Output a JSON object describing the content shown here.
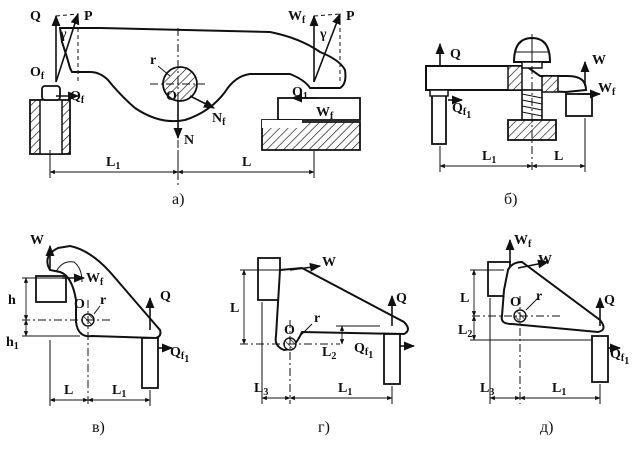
{
  "labels": {
    "a": {
      "Q": "Q",
      "gamma_left": "γ",
      "P_left": "P",
      "O_f": "O",
      "O_f_sub": "f",
      "Q_f": "Q",
      "Q_f_sub": "f",
      "r": "r",
      "O": "O",
      "N_f": "N",
      "N_f_sub": "f",
      "N": "N",
      "W": "W",
      "W_sub": "f",
      "gamma_right": "γ",
      "P_right": "P",
      "O_1": "O",
      "O_1_sub": "1",
      "W_f": "W",
      "W_f_sub": "f",
      "L1": "L",
      "L1_sub": "1",
      "L": "L",
      "caption": "а)"
    },
    "b": {
      "Q": "Q",
      "W": "W",
      "W_f": "W",
      "W_f_sub": "f",
      "Q_f": "Q",
      "Q_f_sub": "f",
      "Q_f_sub2": "1",
      "L1": "L",
      "L1_sub": "1",
      "L": "L",
      "caption": "б)"
    },
    "v": {
      "W": "W",
      "W_f": "W",
      "W_f_sub": "f",
      "h": "h",
      "h1": "h",
      "h1_sub": "1",
      "O": "O",
      "r": "r",
      "Q": "Q",
      "Q_f": "Q",
      "Q_f_sub": "f",
      "Q_f_sub2": "1",
      "L": "L",
      "L1": "L",
      "L1_sub": "1",
      "caption": "в)"
    },
    "g": {
      "W": "W",
      "L": "L",
      "Q": "Q",
      "O": "O",
      "r": "r",
      "L2": "L",
      "L2_sub": "2",
      "Q_f": "Q",
      "Q_f_sub": "f",
      "Q_f_sub2": "1",
      "L3": "L",
      "L3_sub": "3",
      "L1": "L",
      "L1_sub": "1",
      "caption": "г)"
    },
    "d": {
      "W_f": "W",
      "W_f_sub": "f",
      "W": "W",
      "L": "L",
      "O": "O",
      "r": "r",
      "Q": "Q",
      "L2": "L",
      "L2_sub": "2",
      "Q_f": "Q",
      "Q_f_sub": "f",
      "Q_f_sub2": "1",
      "L3": "L",
      "L3_sub": "3",
      "L1": "L",
      "L1_sub": "1",
      "caption": "д)"
    }
  }
}
